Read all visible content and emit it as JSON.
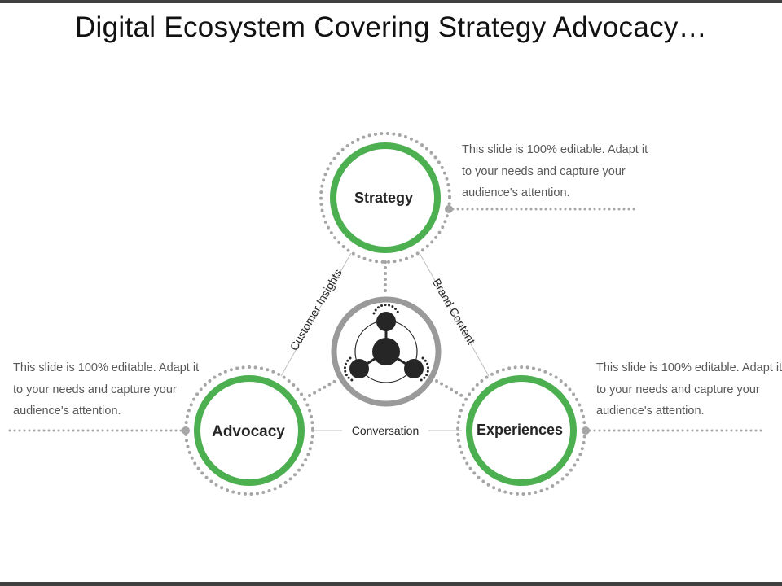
{
  "title": "Digital Ecosystem Covering Strategy Advocacy…",
  "colors": {
    "accent_green": "#4caf50",
    "hub_gray": "#9a9a9a",
    "dot_gray": "#a6a6a6",
    "dark": "#262626"
  },
  "nodes": {
    "strategy": {
      "label": "Strategy"
    },
    "advocacy": {
      "label": "Advocacy"
    },
    "experiences": {
      "label": "Experiences"
    }
  },
  "connections": {
    "customer_insights": "Customer Insights",
    "brand_content": "Brand Content",
    "conversation": "Conversation"
  },
  "descriptions": {
    "top_right": "This slide is 100% editable. Adapt it to your needs and capture your audience's attention.",
    "left": "This slide is 100% editable. Adapt it to your needs and capture your audience's attention.",
    "right": "This slide is 100% editable. Adapt it to your needs and capture your audience's attention."
  },
  "hub_icon": "share-network-icon"
}
